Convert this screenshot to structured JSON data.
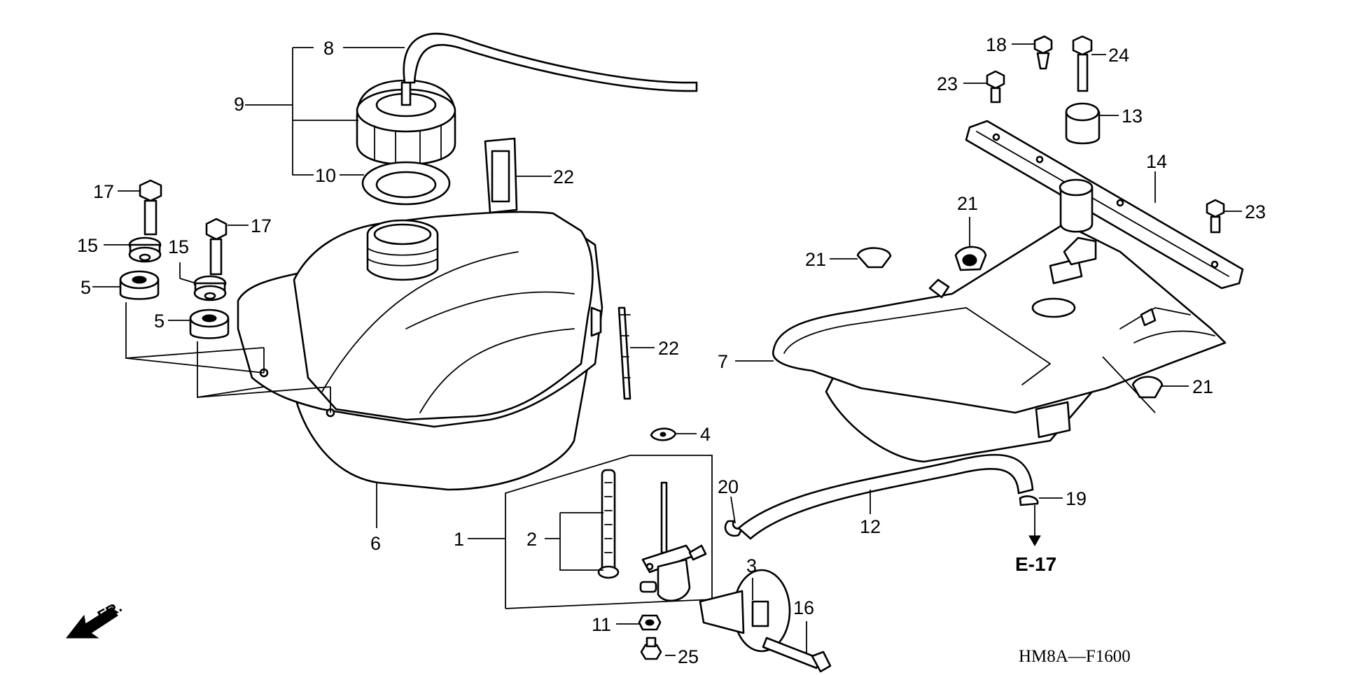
{
  "diagram": {
    "code": "HM8A—F1600",
    "reference": "E-17",
    "direction": "FR.",
    "callouts": [
      "1",
      "2",
      "3",
      "4",
      "5",
      "6",
      "7",
      "8",
      "9",
      "10",
      "11",
      "12",
      "13",
      "14",
      "15",
      "16",
      "17",
      "18",
      "19",
      "20",
      "21",
      "22",
      "23",
      "24",
      "25"
    ],
    "parts": [
      "fuel-tank",
      "fuel-cap",
      "cap-gasket",
      "breather-hose",
      "fuel-cock",
      "fuel-strainer",
      "fuel-hose",
      "tank-undercover",
      "stay",
      "rubber-mount",
      "cushion-rubber",
      "bolt",
      "tube-clip",
      "hose-clip",
      "rubber-grommet",
      "band"
    ]
  }
}
